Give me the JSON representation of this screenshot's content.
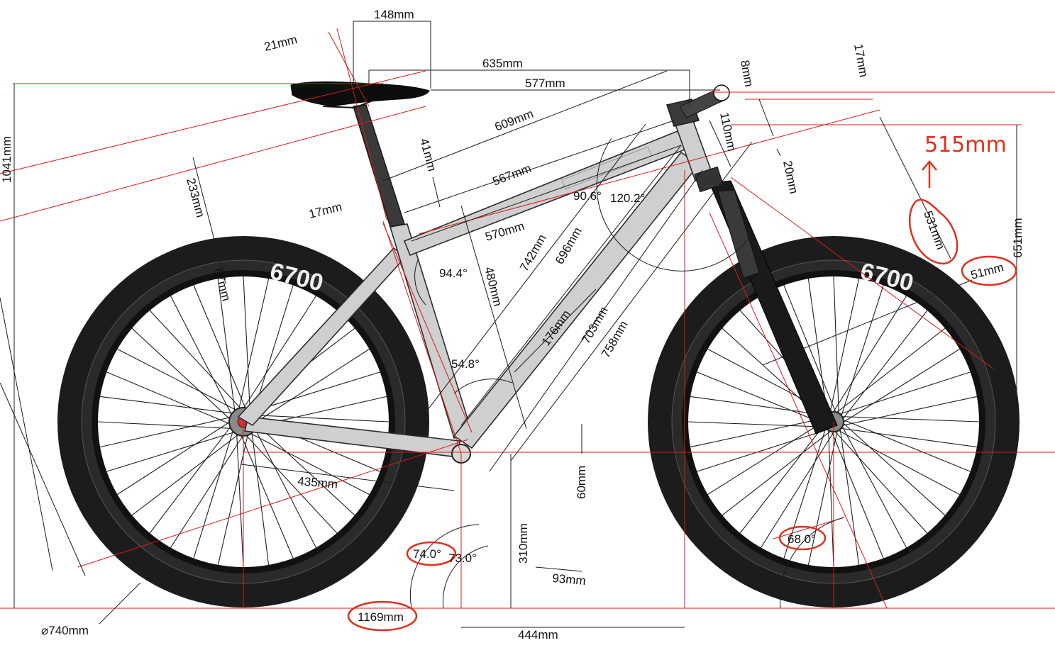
{
  "dimensions": {
    "seatpost_offset": "21mm",
    "saddle_setback": "148mm",
    "reach_top": "635mm",
    "saddle_to_bar": "577mm",
    "stem_rise": "8mm",
    "spacer": "17mm",
    "eff_top_tube": "609mm",
    "seat_clamp": "41mm",
    "top_tube": "567mm",
    "seat_tube_offset": "17mm",
    "seat_ext": "233mm",
    "seat_small": "67mm",
    "head_tube": "110mm",
    "headset": "20mm",
    "fork_length": "531mm",
    "fork_offset": "51mm",
    "stack_total": "651mm",
    "frame_height": "1041mm",
    "reach": "570mm",
    "seat_tube_length": "480mm",
    "dt_742": "742mm",
    "dt_696": "696mm",
    "dt_703": "703mm",
    "dt_758": "758mm",
    "bb_offset": "176mm",
    "chainstay": "435mm",
    "bb_drop": "60mm",
    "bb_height": "310mm",
    "crank_offset": "93mm",
    "wheelbase": "1169mm",
    "front_center": "444mm",
    "wheel_diameter": "⌀740mm"
  },
  "angles": {
    "head_top": "90.6°",
    "head_down": "120.2°",
    "seat_top": "94.4°",
    "bb_angle": "54.8°",
    "seat_angle": "74.0°",
    "seat_angle_eff": "73.0°",
    "head_angle": "68.0°"
  },
  "annotations": {
    "handwritten_fork": "515mm",
    "tire_brand": "6700"
  },
  "colors": {
    "dimension_line": "#1a1a1a",
    "reference_line": "#d81b1b",
    "highlight_ink": "#e0301e",
    "frame_tube": "#cfcfcf",
    "tire": "#1c1c1c"
  }
}
